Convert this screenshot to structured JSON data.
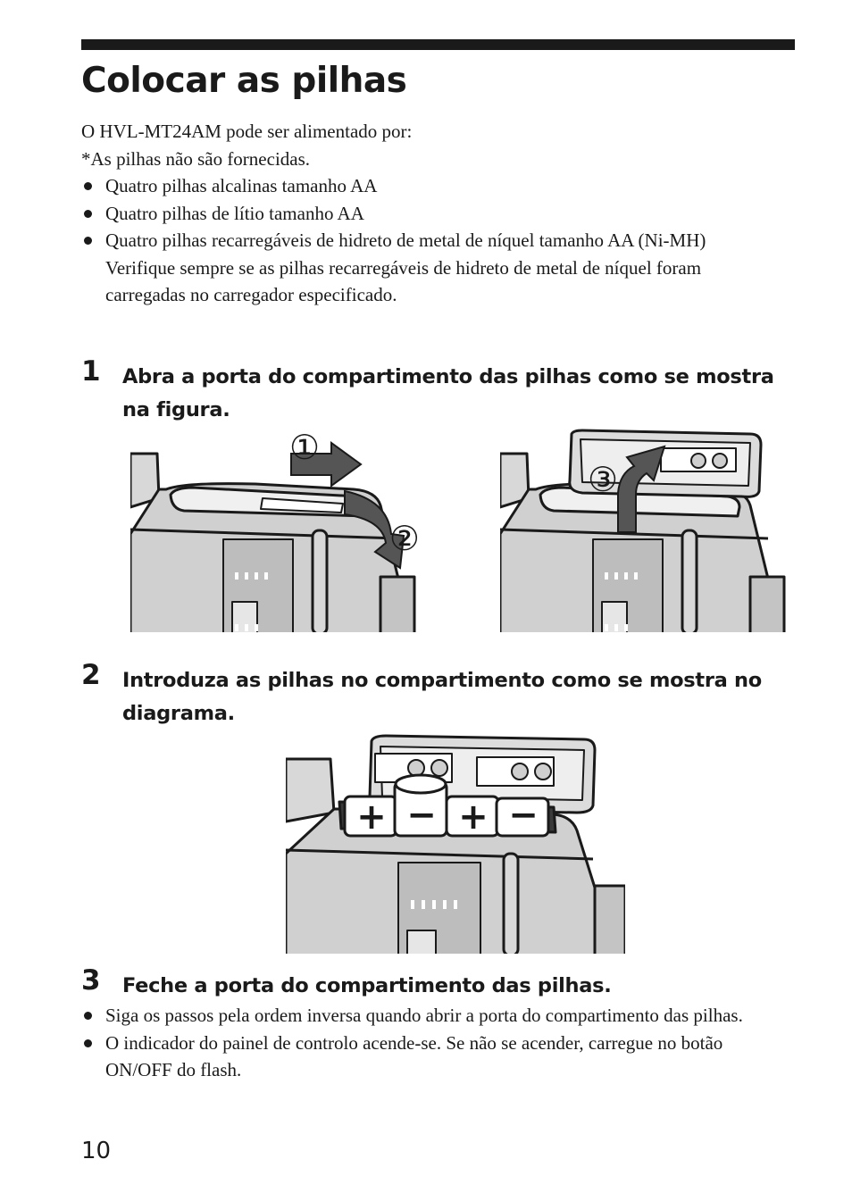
{
  "page": {
    "title": "Colocar as pilhas",
    "intro_line1": "O HVL-MT24AM pode ser alimentado por:",
    "intro_line2": "*As pilhas não são fornecidas.",
    "battery_types": [
      "Quatro pilhas alcalinas tamanho AA",
      "Quatro pilhas de lítio tamanho AA",
      "Quatro pilhas recarregáveis de hidreto de metal de níquel tamanho AA (Ni-MH)"
    ],
    "nimh_note": "Verifique sempre se as pilhas recarregáveis de hidreto de metal de níquel foram carregadas no carregador especificado.",
    "page_number": "10"
  },
  "steps": [
    {
      "number": "1",
      "text": "Abra a porta do compartimento das pilhas como se mostra na figura."
    },
    {
      "number": "2",
      "text": "Introduza as pilhas no compartimento como se mostra no diagrama."
    },
    {
      "number": "3",
      "text": "Feche a porta do compartimento das pilhas."
    }
  ],
  "step3_notes": [
    "Siga os passos pela ordem inversa quando abrir a porta do compartimento das pilhas.",
    "O indicador do painel de controlo acende-se. Se não se acender, carregue no botão ON/OFF do flash."
  ],
  "figure_labels": {
    "circle1": "①",
    "circle2": "②",
    "circle3": "③",
    "plus": "+",
    "minus": "−"
  }
}
